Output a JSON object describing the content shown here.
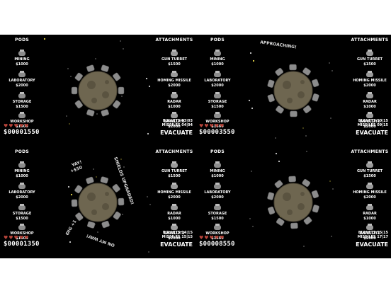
{
  "colors": {
    "background": "#000000",
    "text": "#ffffff",
    "heart": "#b8453b",
    "asteroid": "#6e6650",
    "pod": "#8c8c8c",
    "planet": "#3a6a4a"
  },
  "panels": [
    {
      "pods_header": "PODS",
      "attachments_header": "ATTACHMENTS",
      "pods": [
        {
          "name": "MINING",
          "price": "$1000",
          "icon": "mining-pod-icon"
        },
        {
          "name": "LABORATORY",
          "price": "$2000",
          "icon": "laboratory-pod-icon"
        },
        {
          "name": "STORAGE",
          "price": "$1500",
          "icon": "storage-pod-icon"
        },
        {
          "name": "WORKSHOP",
          "price": "$1500",
          "icon": "workshop-pod-icon"
        }
      ],
      "attachments": [
        {
          "name": "GUN TURRET",
          "price": "$1500",
          "icon": "gun-turret-icon"
        },
        {
          "name": "HOMING MISSILE",
          "price": "$2000",
          "icon": "homing-missile-icon"
        },
        {
          "name": "RADAR",
          "price": "$1000",
          "icon": "radar-icon"
        },
        {
          "name": "SATELLITE",
          "price": "$2000",
          "icon": "satellite-icon"
        }
      ],
      "hearts": "♥♥♥♥♥",
      "score": "$00001550",
      "bullets": "BULLETS 03|03",
      "missiles": "MISSILES 04|04",
      "evacuate": "EVACUATE",
      "floaters": []
    },
    {
      "pods_header": "PODS",
      "attachments_header": "ATTACHMENTS",
      "pods": [
        {
          "name": "MINING",
          "price": "$1000",
          "icon": "mining-pod-icon"
        },
        {
          "name": "LABORATORY",
          "price": "$2000",
          "icon": "laboratory-pod-icon"
        },
        {
          "name": "STORAGE",
          "price": "$1500",
          "icon": "storage-pod-icon"
        },
        {
          "name": "WORKSHOP",
          "price": "$1500",
          "icon": "workshop-pod-icon"
        }
      ],
      "attachments": [
        {
          "name": "GUN TURRET",
          "price": "$1500",
          "icon": "gun-turret-icon"
        },
        {
          "name": "HOMING MISSILE",
          "price": "$2000",
          "icon": "homing-missile-icon"
        },
        {
          "name": "RADAR",
          "price": "$1000",
          "icon": "radar-icon"
        },
        {
          "name": "SATELLITE",
          "price": "$2000",
          "icon": "satellite-icon"
        }
      ],
      "hearts": "♥♥♥♥♥",
      "score": "$00003550",
      "bullets": "BULLETS 10|15",
      "missiles": "MISSILES 09|15",
      "evacuate": "EVACUATE",
      "floaters": [
        "APPROACHING!"
      ]
    },
    {
      "pods_header": "PODS",
      "attachments_header": "ATTACHMENTS",
      "pods": [
        {
          "name": "MINING",
          "price": "$1000",
          "icon": "mining-pod-icon"
        },
        {
          "name": "LABORATORY",
          "price": "$2000",
          "icon": "laboratory-pod-icon"
        },
        {
          "name": "STORAGE",
          "price": "$1500",
          "icon": "storage-pod-icon"
        },
        {
          "name": "WORKSHOP",
          "price": "$1500",
          "icon": "workshop-pod-icon"
        }
      ],
      "attachments": [
        {
          "name": "GUN TURRET",
          "price": "$1500",
          "icon": "gun-turret-icon"
        },
        {
          "name": "HOMING MISSILE",
          "price": "$2000",
          "icon": "homing-missile-icon"
        },
        {
          "name": "RADAR",
          "price": "$1000",
          "icon": "radar-icon"
        },
        {
          "name": "SATELLITE",
          "price": "$2000",
          "icon": "satellite-icon"
        }
      ],
      "hearts": "♥♥♥♥♥",
      "score": "$00001350",
      "bullets": "BULLETS 14|15",
      "missiles": "MISSILES 15|15",
      "evacuate": "EVACUATE",
      "floaters": [
        "YAY!",
        "+$50",
        "SHIELDS UPGRADED!",
        "ON MY WAY!",
        "DIG +1"
      ]
    },
    {
      "pods_header": "PODS",
      "attachments_header": "ATTACHMENTS",
      "pods": [
        {
          "name": "MINING",
          "price": "$1000",
          "icon": "mining-pod-icon"
        },
        {
          "name": "LABORATORY",
          "price": "$2000",
          "icon": "laboratory-pod-icon"
        },
        {
          "name": "STORAGE",
          "price": "$1500",
          "icon": "storage-pod-icon"
        },
        {
          "name": "WORKSHOP",
          "price": "$1500",
          "icon": "workshop-pod-icon"
        }
      ],
      "attachments": [
        {
          "name": "GUN TURRET",
          "price": "$1500",
          "icon": "gun-turret-icon"
        },
        {
          "name": "HOMING MISSILE",
          "price": "$2000",
          "icon": "homing-missile-icon"
        },
        {
          "name": "RADAR",
          "price": "$1000",
          "icon": "radar-icon"
        },
        {
          "name": "SATELLITE",
          "price": "$2000",
          "icon": "satellite-icon"
        }
      ],
      "hearts": "♥♥♥♥♥",
      "score": "$00008550",
      "bullets": "BULLETS 15|15",
      "missiles": "MISSILES 17|17",
      "evacuate": "EVACUATE",
      "floaters": []
    }
  ]
}
